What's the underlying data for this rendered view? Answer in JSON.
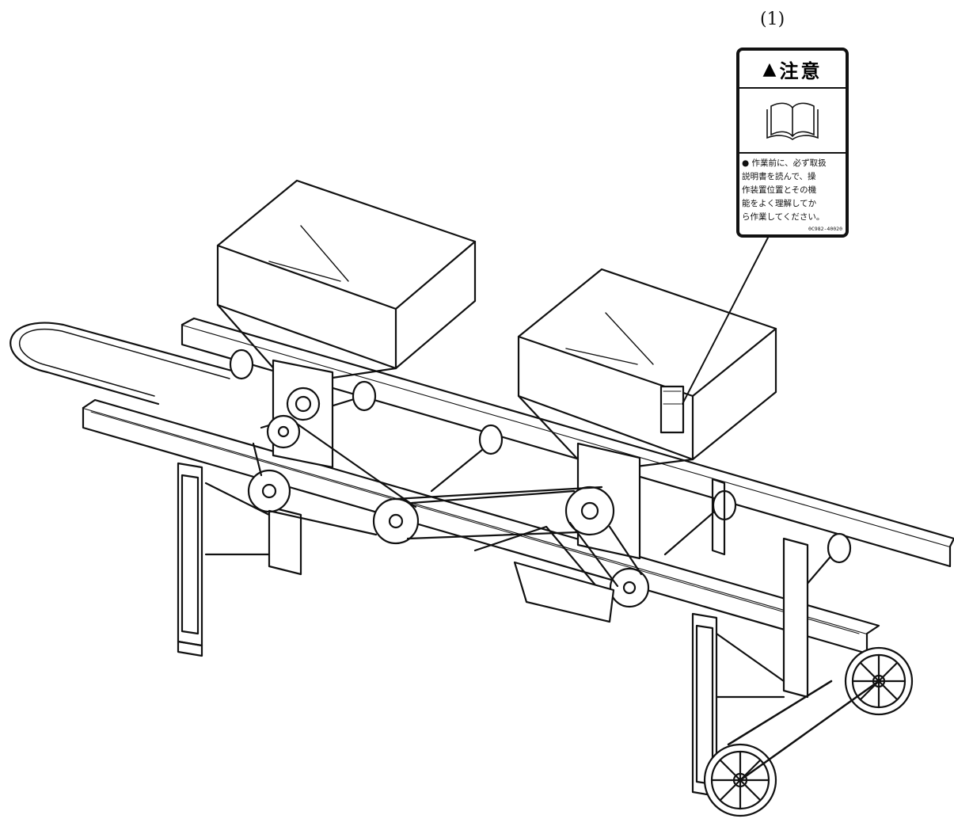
{
  "figure": {
    "callout_number": "(1)",
    "label": {
      "title": "注意",
      "warning_symbol": "warning-triangle-icon",
      "book_symbol": "open-book-icon",
      "lines": [
        "● 作業前に、必ず取扱",
        "説明書を読んで、操",
        "作装置位置とその機",
        "能をよく理解してか",
        "ら作業してください。"
      ],
      "part_code": "0C982-40020"
    },
    "machine": {
      "hoppers": 2,
      "wheels": 2,
      "line_color": "#111111"
    }
  }
}
